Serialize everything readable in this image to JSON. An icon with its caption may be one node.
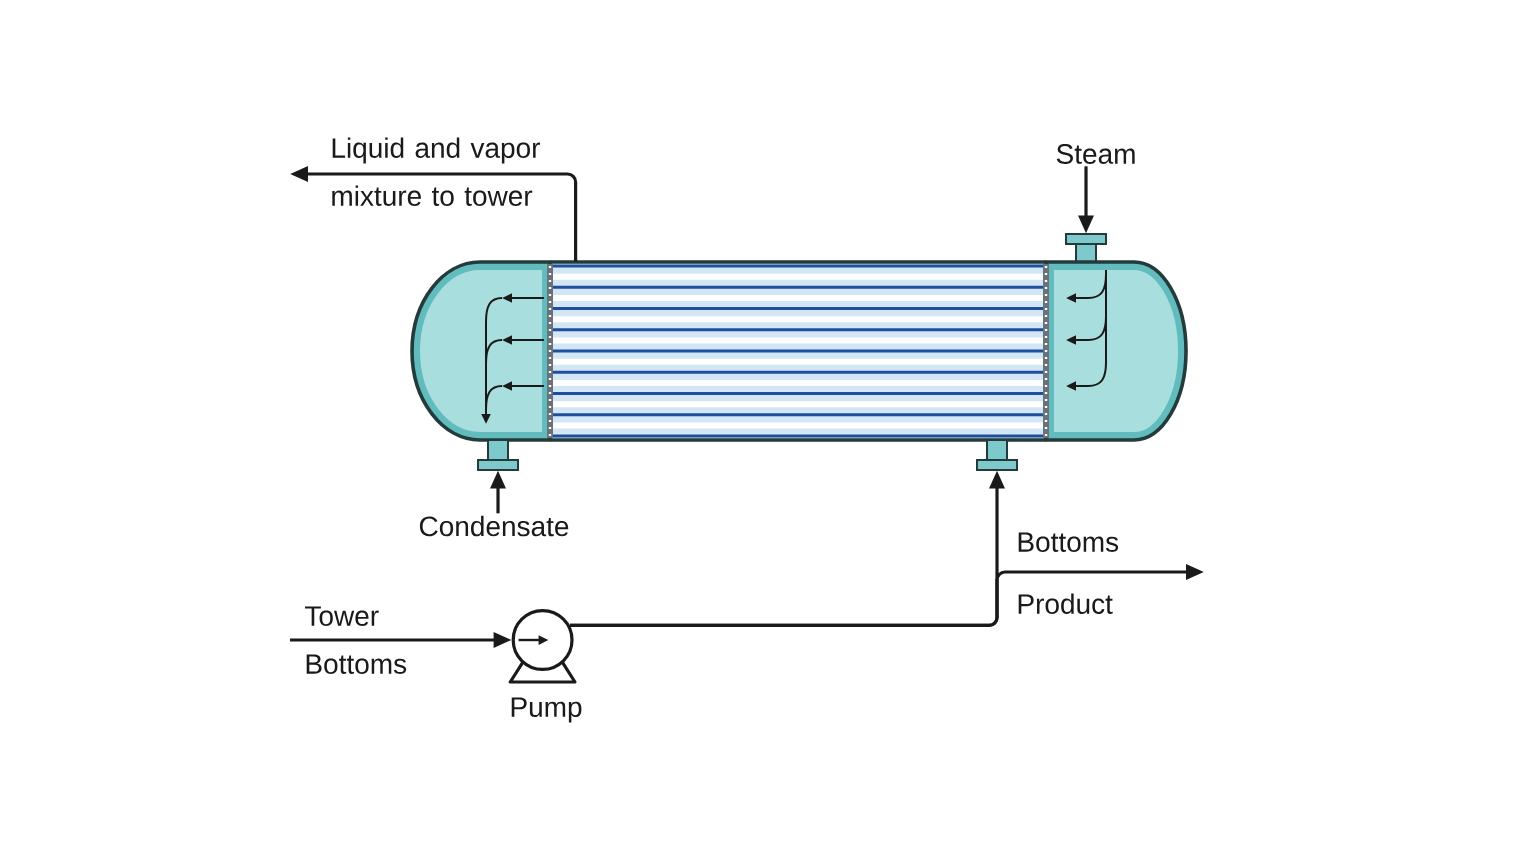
{
  "diagram": {
    "nodes": [
      {
        "text": [
          "Steam"
        ]
      },
      {
        "text": [],
        "shape": "nozzle"
      },
      {
        "text": [],
        "shape": "picture"
      },
      {
        "text": [],
        "shape": "nozzle"
      },
      {
        "text": [],
        "shape": "nozzle"
      },
      {
        "text": [
          "Condensate"
        ]
      },
      {
        "text": [],
        "shape": "pump",
        "beside": [
          "Pump"
        ]
      }
    ],
    "edges": [
      {
        "from": 2,
        "to": null,
        "arrow": "to",
        "label": "Liquid and vapor mixture to tower"
      },
      {
        "from": 0,
        "to": 1,
        "arrow": "to"
      },
      {
        "from": 5,
        "to": 3,
        "arrow": "to"
      },
      {
        "from": null,
        "to": 6,
        "arrow": "to",
        "label": "Tower Bottoms"
      },
      {
        "from": 6,
        "to": 4,
        "arrow": "to"
      },
      {
        "from": 6,
        "to": null,
        "arrow": "to",
        "label": "Bottoms Product"
      }
    ]
  }
}
